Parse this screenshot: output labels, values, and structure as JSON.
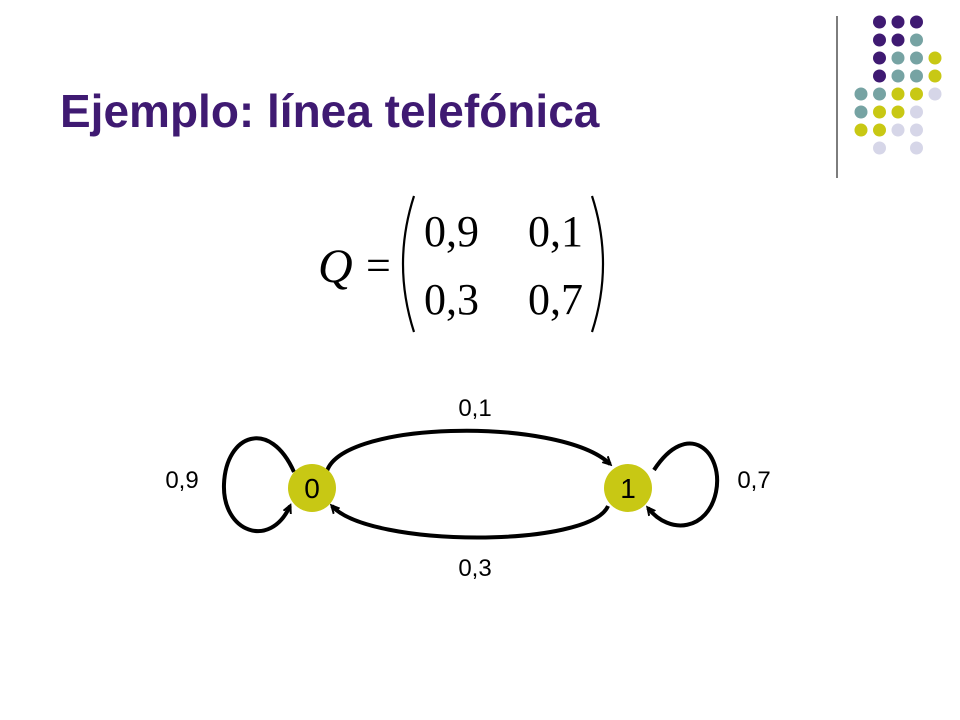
{
  "slide": {
    "title": "Ejemplo: línea telefónica"
  },
  "matrix": {
    "symbol": "Q",
    "equals": "=",
    "cells": [
      [
        "0,9",
        "0,1"
      ],
      [
        "0,3",
        "0,7"
      ]
    ]
  },
  "graph": {
    "nodes": [
      {
        "id": "0",
        "label": "0"
      },
      {
        "id": "1",
        "label": "1"
      }
    ],
    "edges": [
      {
        "from": "0",
        "to": "0",
        "label": "0,9"
      },
      {
        "from": "0",
        "to": "1",
        "label": "0,1"
      },
      {
        "from": "1",
        "to": "0",
        "label": "0,3"
      },
      {
        "from": "1",
        "to": "1",
        "label": "0,7"
      }
    ]
  },
  "colors": {
    "title": "#3f1a72",
    "node_fill": "#c8c814",
    "dot_purple": "#3f1a72",
    "dot_teal": "#76a3a3",
    "dot_olive": "#c8c814",
    "dot_lavender": "#d6d6e8"
  }
}
